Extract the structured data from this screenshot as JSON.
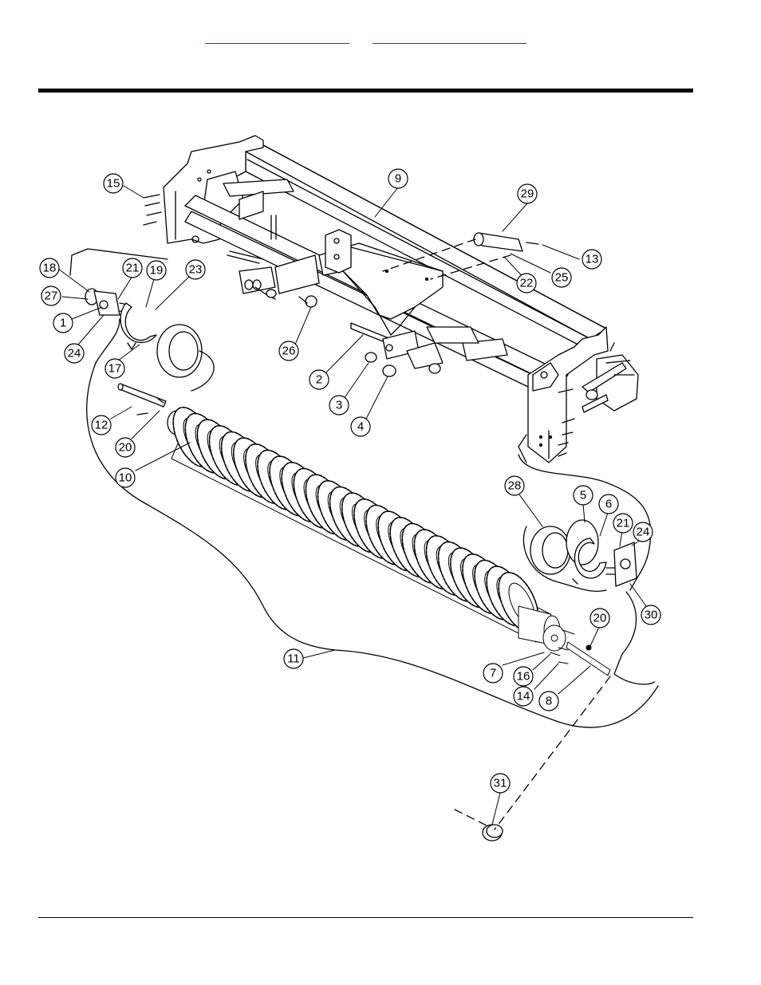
{
  "header": {
    "links": [
      "",
      ""
    ]
  },
  "callouts": {
    "c1": "1",
    "c2": "2",
    "c3": "3",
    "c4": "4",
    "c5": "5",
    "c6": "6",
    "c7": "7",
    "c8": "8",
    "c9": "9",
    "c10": "10",
    "c11": "11",
    "c12": "12",
    "c13": "13",
    "c14": "14",
    "c15": "15",
    "c16": "16",
    "c17": "17",
    "c18": "18",
    "c19": "19",
    "c20a": "20",
    "c20b": "20",
    "c21a": "21",
    "c21b": "21",
    "c22": "22",
    "c23": "23",
    "c24a": "24",
    "c24b": "24",
    "c25": "25",
    "c26": "26",
    "c27": "27",
    "c28": "28",
    "c29": "29",
    "c30": "30",
    "c31": "31"
  }
}
